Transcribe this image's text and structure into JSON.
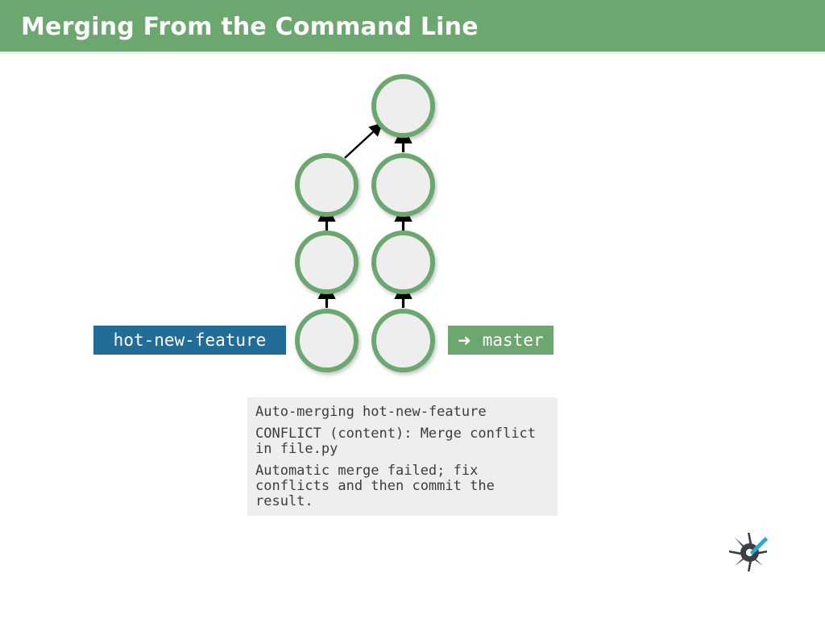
{
  "header": {
    "title": "Merging From the Command Line",
    "background_color": "#6ba76e",
    "text_color": "#ffffff"
  },
  "graph": {
    "description": "Git commit graph with two branches merging",
    "node_color": "#6ba76e",
    "node_fill": "#eeeeee",
    "nodes": [
      {
        "name": "feature-commit-1",
        "column": "hot-new-feature",
        "row": 1
      },
      {
        "name": "feature-commit-2",
        "column": "hot-new-feature",
        "row": 2
      },
      {
        "name": "feature-commit-3",
        "column": "hot-new-feature",
        "row": 3
      },
      {
        "name": "master-commit-1",
        "column": "master",
        "row": 1
      },
      {
        "name": "master-commit-2",
        "column": "master",
        "row": 2
      },
      {
        "name": "master-commit-3",
        "column": "master",
        "row": 3
      },
      {
        "name": "merge-commit",
        "column": "master",
        "row": 4
      }
    ],
    "edges": [
      {
        "from": "feature-commit-1",
        "to": "feature-commit-2",
        "kind": "vertical"
      },
      {
        "from": "feature-commit-2",
        "to": "feature-commit-3",
        "kind": "vertical"
      },
      {
        "from": "master-commit-1",
        "to": "master-commit-2",
        "kind": "vertical"
      },
      {
        "from": "master-commit-2",
        "to": "master-commit-3",
        "kind": "vertical"
      },
      {
        "from": "master-commit-3",
        "to": "merge-commit",
        "kind": "vertical"
      },
      {
        "from": "feature-commit-3",
        "to": "merge-commit",
        "kind": "diagonal"
      }
    ]
  },
  "branches": {
    "feature": {
      "label": "hot-new-feature",
      "color": "#226d98"
    },
    "master": {
      "label": "master",
      "head_arrow": "➜",
      "color": "#6ba76e"
    }
  },
  "terminal": {
    "background_color": "#eeeeee",
    "lines": [
      "Auto-merging hot-new-feature",
      "CONFLICT (content): Merge conflict in file.py",
      "Automatic merge failed; fix conflicts and then commit the result."
    ]
  },
  "logo": {
    "name": "starburst-logo",
    "star_color": "#3a3f45",
    "accent_color": "#2aa8d8"
  }
}
